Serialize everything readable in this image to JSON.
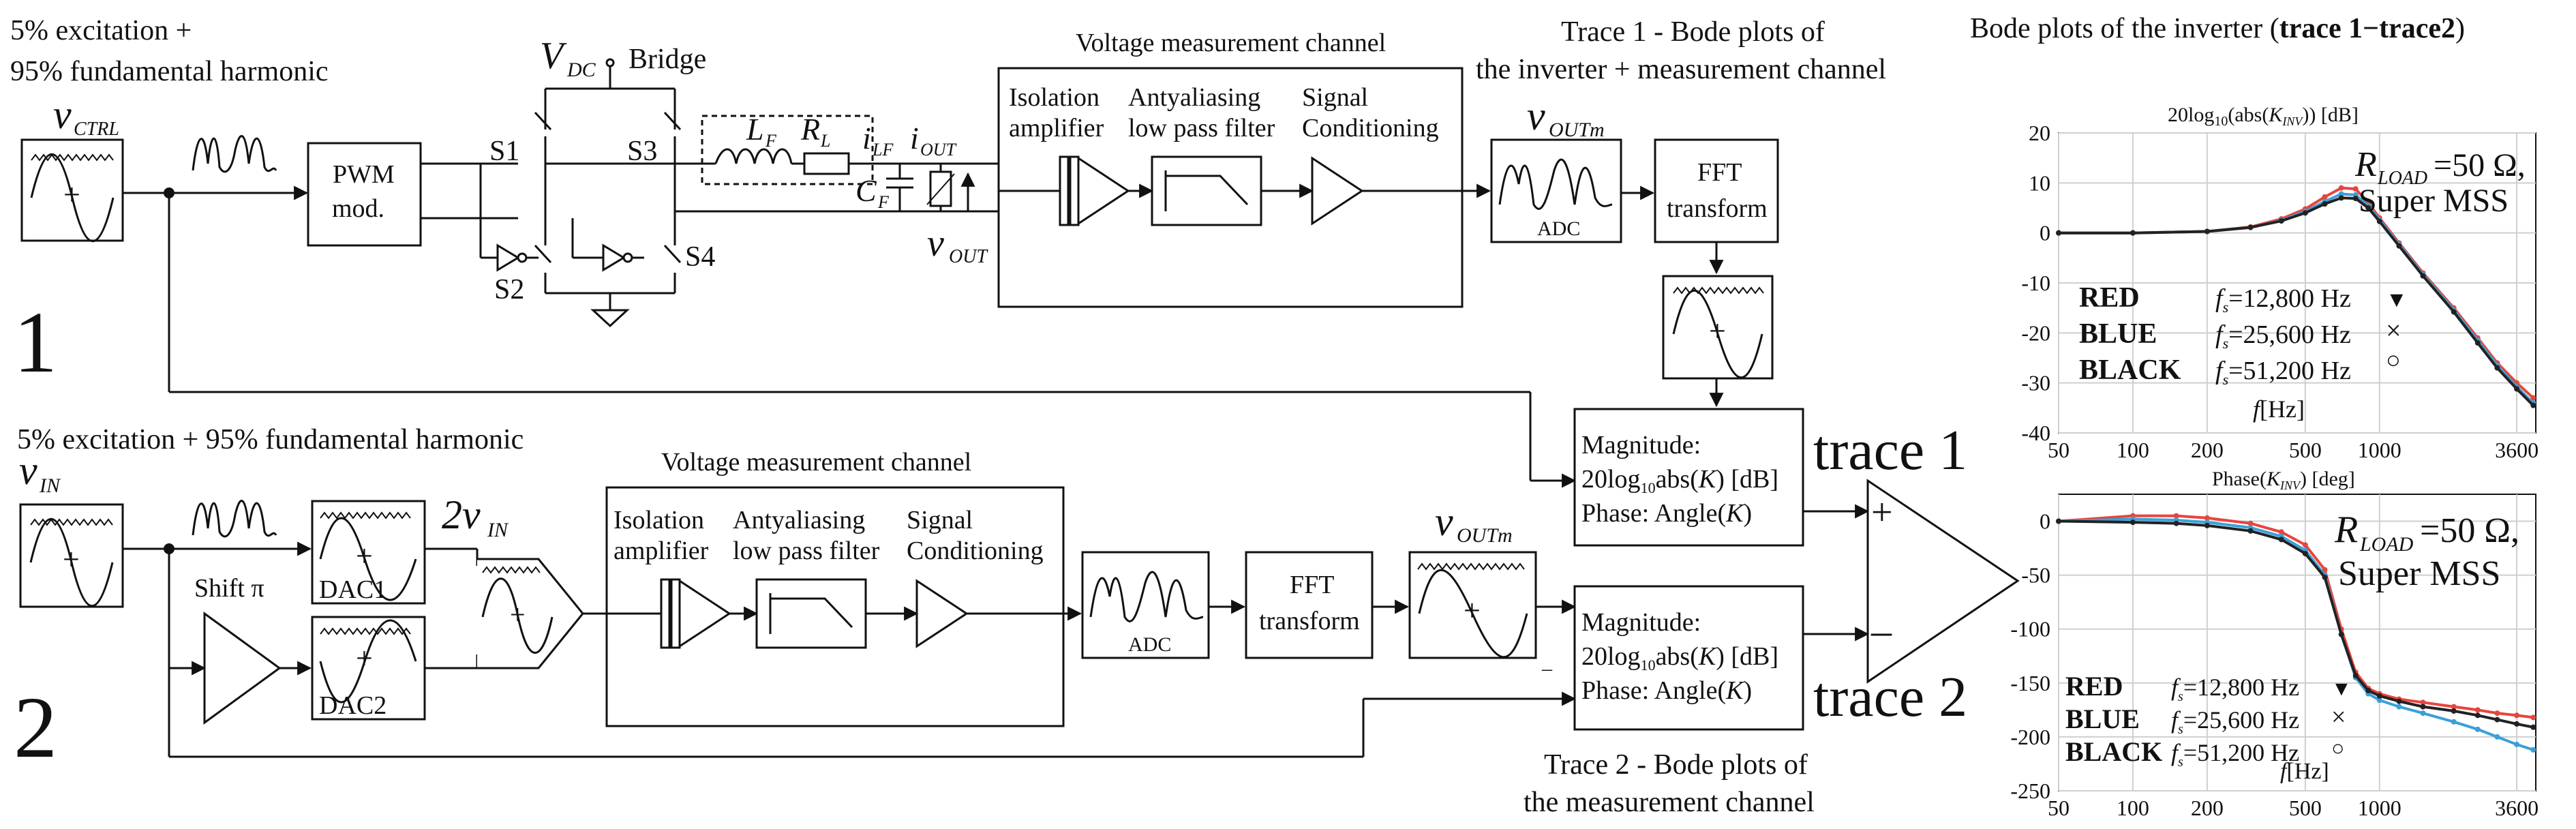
{
  "top": {
    "excitation": "5% excitation +",
    "excitation2": "95% fundamental harmonic",
    "v_ctrl": "v",
    "v_ctrl_sub": "CTRL",
    "vdc": "V",
    "vdc_sub": "DC",
    "bridge": "Bridge",
    "pwm1": "PWM",
    "pwm2": "mod.",
    "s1": "S1",
    "s2": "S2",
    "s3": "S3",
    "s4": "S4",
    "lf": "L",
    "lf_sub": "F",
    "rl": "R",
    "rl_sub": "L",
    "ilf": "i",
    "ilf_sub": "LF",
    "iout": "i",
    "iout_sub": "OUT",
    "cf": "C",
    "cf_sub": "F",
    "vout": "v",
    "vout_sub": "OUT",
    "channel_title": "Voltage measurement channel",
    "iso1": "Isolation",
    "iso2": "amplifier",
    "aa1": "Antyaliasing",
    "aa2": "low pass filter",
    "sc1": "Signal",
    "sc2": "Conditioning",
    "voutm": "v",
    "voutm_sub": "OUTm",
    "adc": "ADC",
    "fft1": "FFT",
    "fft2": "transform",
    "trace_title1": "Trace 1 - Bode plots of",
    "trace_title2": "the inverter + measurement channel",
    "number": "1"
  },
  "bottom": {
    "excitation": "5% excitation + 95% fundamental harmonic",
    "v_in": "v",
    "v_in_sub": "IN",
    "dac1": "DAC1",
    "dac2": "DAC2",
    "shift": "Shift π",
    "two_vin": "2v",
    "two_vin_sub": "IN",
    "channel_title": "Voltage measurement channel",
    "iso1": "Isolation",
    "iso2": "amplifier",
    "aa1": "Antyaliasing",
    "aa2": "low pass filter",
    "sc1": "Signal",
    "sc2": "Conditioning",
    "adc": "ADC",
    "fft1": "FFT",
    "fft2": "transform",
    "voutm": "v",
    "voutm_sub": "OUTm",
    "trace_title1": "Trace 2 - Bode plots of",
    "trace_title2": "the measurement channel",
    "number": "2",
    "minus_mark": "–"
  },
  "mag_block": {
    "l1": "Magnitude:",
    "l2a": "20log",
    "l2sub": "10",
    "l2b": "abs(",
    "l2k": "K",
    "l2c": ") [dB]",
    "l3a": "Phase: Angle(",
    "l3k": "K",
    "l3b": ")"
  },
  "sum": {
    "trace1": "trace 1",
    "trace2": "trace 2",
    "plus": "+",
    "minus": "–"
  },
  "right_title": {
    "a": "Bode plots of the inverter (",
    "b": "trace 1−trace2",
    "c": ")"
  },
  "legend": {
    "red": "RED",
    "blue": "BLUE",
    "black": "BLACK",
    "fs": "f",
    "fs_sub": "s",
    "f_red": "=12,800 Hz",
    "f_blue": "=25,600 Hz",
    "f_black": "=51,200 Hz",
    "marker_red": "▼",
    "marker_blue": "×",
    "marker_black": "○",
    "fhz_f": "f",
    "fhz_unit": "[Hz]",
    "rload": "R",
    "rload_sub": "LOAD",
    "rload_val": "=50 Ω,",
    "rload_val_plain": "=50 Ω,",
    "super": "Super MSS"
  },
  "colors": {
    "red": "#e8453c",
    "blue": "#3aa0d8",
    "black": "#222222"
  },
  "chart_data": [
    {
      "type": "line",
      "title": "20log10(abs(KINV)) [dB]",
      "title_parts": {
        "a": "20log",
        "sub": "10",
        "b": "(abs(",
        "k": "K",
        "ksub": "INV",
        "c": ")) [dB]"
      },
      "xscale": "log",
      "x_ticks": [
        50,
        100,
        200,
        500,
        1000,
        3600
      ],
      "x_tick_labels": [
        "50",
        "100",
        "200",
        "500",
        "1000",
        "3600"
      ],
      "y_ticks": [
        20,
        10,
        0,
        -10,
        -20,
        -30,
        -40
      ],
      "y_tick_labels": [
        "20",
        "10",
        "0",
        "-10",
        "-20",
        "-30",
        "-40"
      ],
      "xlim": [
        50,
        4300
      ],
      "ylim": [
        -40,
        20
      ],
      "grid": true,
      "series": [
        {
          "name": "RED",
          "color": "#e8453c",
          "x": [
            50,
            100,
            200,
            300,
            400,
            500,
            600,
            700,
            800,
            900,
            1000,
            1200,
            1500,
            2000,
            2500,
            3000,
            3600,
            4200
          ],
          "y": [
            0,
            0,
            0.3,
            1.2,
            2.8,
            4.8,
            7.2,
            9.0,
            8.8,
            6.0,
            3.0,
            -2.0,
            -8.0,
            -15.0,
            -21.0,
            -26.0,
            -30.0,
            -33.0
          ]
        },
        {
          "name": "BLUE",
          "color": "#3aa0d8",
          "x": [
            50,
            100,
            200,
            300,
            400,
            500,
            600,
            700,
            800,
            900,
            1000,
            1200,
            1500,
            2000,
            2500,
            3000,
            3600,
            4200
          ],
          "y": [
            0,
            0,
            0.3,
            1.1,
            2.5,
            4.3,
            6.3,
            7.8,
            7.6,
            5.4,
            2.6,
            -2.3,
            -8.3,
            -15.4,
            -21.5,
            -26.5,
            -30.8,
            -34.0
          ]
        },
        {
          "name": "BLACK",
          "color": "#222222",
          "x": [
            50,
            100,
            200,
            300,
            400,
            500,
            600,
            700,
            800,
            900,
            1000,
            1200,
            1500,
            2000,
            2500,
            3000,
            3600,
            4200
          ],
          "y": [
            0,
            0,
            0.3,
            1.1,
            2.4,
            4.0,
            5.8,
            7.0,
            6.9,
            5.0,
            2.3,
            -2.6,
            -8.6,
            -15.8,
            -22.0,
            -27.0,
            -31.2,
            -34.5
          ]
        }
      ]
    },
    {
      "type": "line",
      "title": "Phase(KINV) [deg]",
      "title_parts": {
        "a": "Phase(",
        "k": "K",
        "ksub": "INV",
        "b": ") [deg]"
      },
      "xscale": "log",
      "x_ticks": [
        50,
        100,
        200,
        500,
        1000,
        3600
      ],
      "x_tick_labels": [
        "50",
        "100",
        "200",
        "500",
        "1000",
        "3600"
      ],
      "y_ticks": [
        0,
        -50,
        -100,
        -150,
        -200,
        -250
      ],
      "y_tick_labels": [
        "0",
        "-50",
        "-100",
        "-150",
        "-200",
        "-250"
      ],
      "xlim": [
        50,
        4300
      ],
      "ylim": [
        -250,
        25
      ],
      "grid": true,
      "series": [
        {
          "name": "RED",
          "color": "#e8453c",
          "x": [
            50,
            100,
            150,
            200,
            300,
            400,
            500,
            600,
            700,
            800,
            900,
            1000,
            1200,
            1500,
            2000,
            2500,
            3000,
            3600,
            4200
          ],
          "y": [
            0,
            5,
            5,
            3,
            -2,
            -10,
            -22,
            -45,
            -100,
            -140,
            -155,
            -160,
            -165,
            -168,
            -172,
            -175,
            -178,
            -180,
            -182
          ]
        },
        {
          "name": "BLUE",
          "color": "#3aa0d8",
          "x": [
            50,
            100,
            150,
            200,
            300,
            400,
            500,
            600,
            700,
            800,
            900,
            1000,
            1200,
            1500,
            2000,
            2500,
            3000,
            3600,
            4200
          ],
          "y": [
            0,
            2,
            1,
            -1,
            -6,
            -14,
            -27,
            -50,
            -105,
            -145,
            -160,
            -166,
            -172,
            -178,
            -186,
            -193,
            -200,
            -207,
            -212
          ]
        },
        {
          "name": "BLACK",
          "color": "#222222",
          "x": [
            50,
            100,
            150,
            200,
            300,
            400,
            500,
            600,
            700,
            800,
            900,
            1000,
            1200,
            1500,
            2000,
            2500,
            3000,
            3600,
            4200
          ],
          "y": [
            0,
            -1,
            -2,
            -4,
            -9,
            -17,
            -30,
            -52,
            -105,
            -143,
            -157,
            -162,
            -167,
            -172,
            -176,
            -180,
            -184,
            -188,
            -191
          ]
        }
      ]
    }
  ]
}
